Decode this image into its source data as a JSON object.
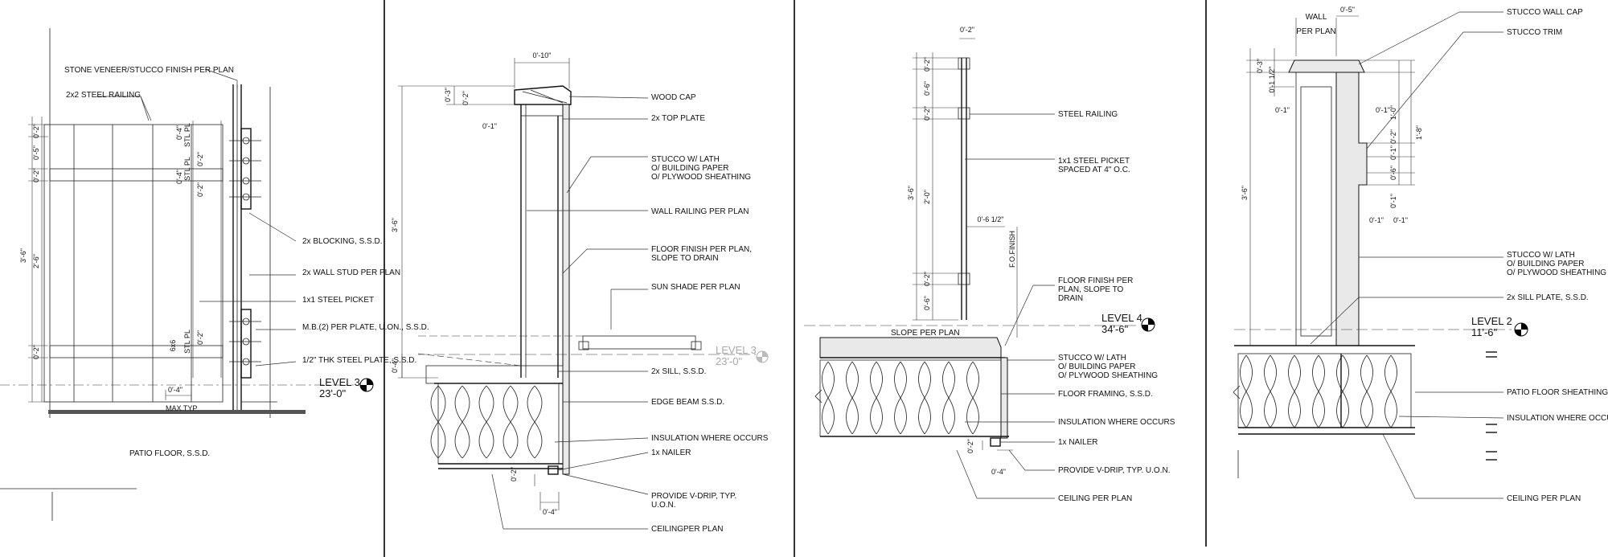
{
  "details": [
    {
      "id": "detail-1",
      "notes": [
        "STONE VENEER/STUCCO FINISH PER PLAN",
        "2x2 STEEL RAILING",
        "2x BLOCKING, S.S.D.",
        "2x WALL STUD PER PLAN",
        "1x1 STEEL PICKET",
        "M.B.(2) PER PLATE, U.ON., S.S.D.",
        "1/2\" THK STEEL PLATE, S.S.D.",
        "PATIO FLOOR, S.S.D."
      ],
      "level_name": "LEVEL 3",
      "level_elev": "23'-0\"",
      "dims": [
        "0'-2\"",
        "0'-5\"",
        "0'-2\"",
        "3'-6\"",
        "2'-6\"",
        "0'-2\"",
        "0'-4\"",
        "STL PL",
        "0'-2\"",
        "STL PL",
        "0'-2\"",
        "0'-4\"",
        "6x6",
        "STL PL",
        "0'-2\"",
        "0'-4\""
      ],
      "max_typ": "MAX TYP"
    },
    {
      "id": "detail-2",
      "notes": [
        "WOOD CAP",
        "2x TOP PLATE",
        "STUCCO W/ LATH\nO/ BUILDING PAPER\nO/ PLYWOOD SHEATHING",
        "WALL RAILING PER PLAN",
        "FLOOR FINISH PER PLAN,\nSLOPE TO DRAIN",
        "SUN SHADE PER PLAN",
        "2x SILL, S.S.D.",
        "EDGE BEAM S.S.D.",
        "INSULATION WHERE OCCURS",
        "1x NAILER",
        "PROVIDE V-DRIP, TYP.\nU.O.N.",
        "CEILINGPER PLAN"
      ],
      "level_name": "LEVEL 3",
      "level_elev": "23'-0\"",
      "dims": [
        "0'-10\"",
        "0'-3\"",
        "0'-2\"",
        "0'-1\"",
        "3'-6\"",
        "0'-4\"",
        "0'-2\"",
        "0'-4\""
      ]
    },
    {
      "id": "detail-3",
      "notes": [
        "STEEL RAILING",
        "1x1 STEEL PICKET\nSPACED AT 4\" O.C.",
        "F.O.FINISH",
        "FLOOR FINISH PER\nPLAN, SLOPE TO\nDRAIN",
        "SLOPE PER PLAN",
        "STUCCO W/ LATH\nO/ BUILDING PAPER\nO/ PLYWOOD SHEATHING",
        "FLOOR FRAMING, S.S.D.",
        "INSULATION WHERE OCCURS",
        "1x NAILER",
        "PROVIDE V-DRIP, TYP. U.O.N.",
        "CEILING PER PLAN"
      ],
      "level_name": "LEVEL 4",
      "level_elev": "34'-6\"",
      "dims": [
        "0'-2\"",
        "0'-2\"",
        "0'-6\"",
        "0'-2\"",
        "3'-6\"",
        "2'-0\"",
        "0'-6 1/2\"",
        "0'-2\"",
        "0'-6\"",
        "0'-2\"",
        "0'-4\""
      ]
    },
    {
      "id": "detail-4",
      "notes": [
        "STUCCO WALL CAP",
        "STUCCO TRIM",
        "STUCCO W/ LATH\nO/ BUILDING PAPER\nO/ PLYWOOD SHEATHING",
        "2x SILL PLATE, S.S.D.",
        "PATIO FLOOR SHEATHING, S.S.D.",
        "INSULATION WHERE OCCURS",
        "CEILING PER PLAN"
      ],
      "wall_label": "WALL\nPER PLAN",
      "level_name": "LEVEL 2",
      "level_elev": "11'-6\"",
      "dims": [
        "0'-5\"",
        "0'-3\"",
        "0'-1 1/2\"",
        "0'-1\"",
        "0'-1\"",
        "1'-0\"",
        "1'-8\"",
        "0'-2\"",
        "0'-1\"",
        "0'-6\"",
        "0'-1\"",
        "0'-1\"",
        "0'-1\"",
        "3'-6\""
      ]
    }
  ]
}
